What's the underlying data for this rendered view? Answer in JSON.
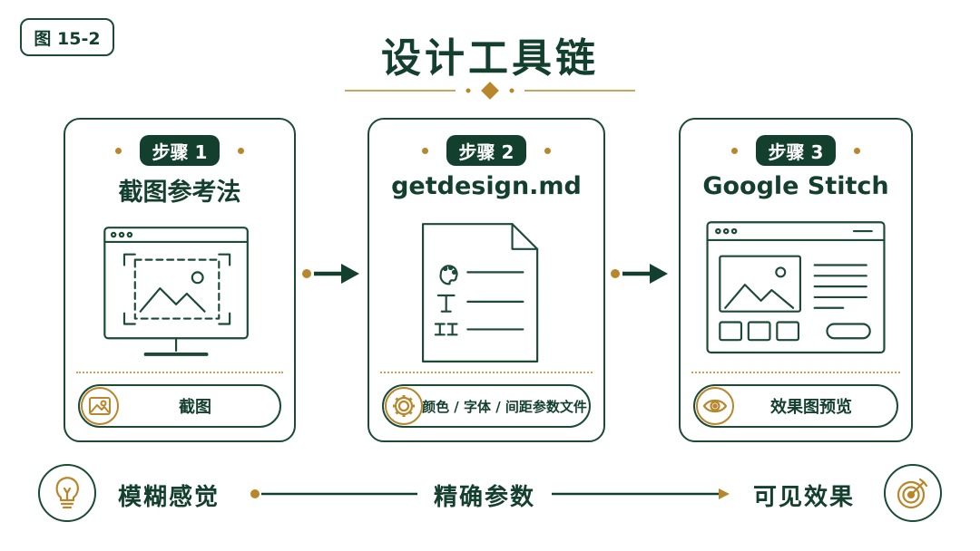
{
  "figure_label": "图 15-2",
  "title": "设计工具链",
  "steps": [
    {
      "step": "步骤 1",
      "name": "截图参考法",
      "output": "截图",
      "icon": "screenshot-monitor-icon",
      "output_icon": "image-icon"
    },
    {
      "step": "步骤 2",
      "name": "getdesign.md",
      "output": "颜色 / 字体 / 间距参数文件",
      "icon": "design-document-icon",
      "output_icon": "gear-icon"
    },
    {
      "step": "步骤 3",
      "name": "Google Stitch",
      "output": "效果图预览",
      "icon": "browser-mockup-icon",
      "output_icon": "eye-icon"
    }
  ],
  "flow": {
    "start": "模糊感觉",
    "middle": "精确参数",
    "end": "可见效果",
    "start_icon": "lightbulb-icon",
    "end_icon": "target-icon"
  },
  "colors": {
    "primary": "#133f2e",
    "accent": "#b8862b"
  }
}
